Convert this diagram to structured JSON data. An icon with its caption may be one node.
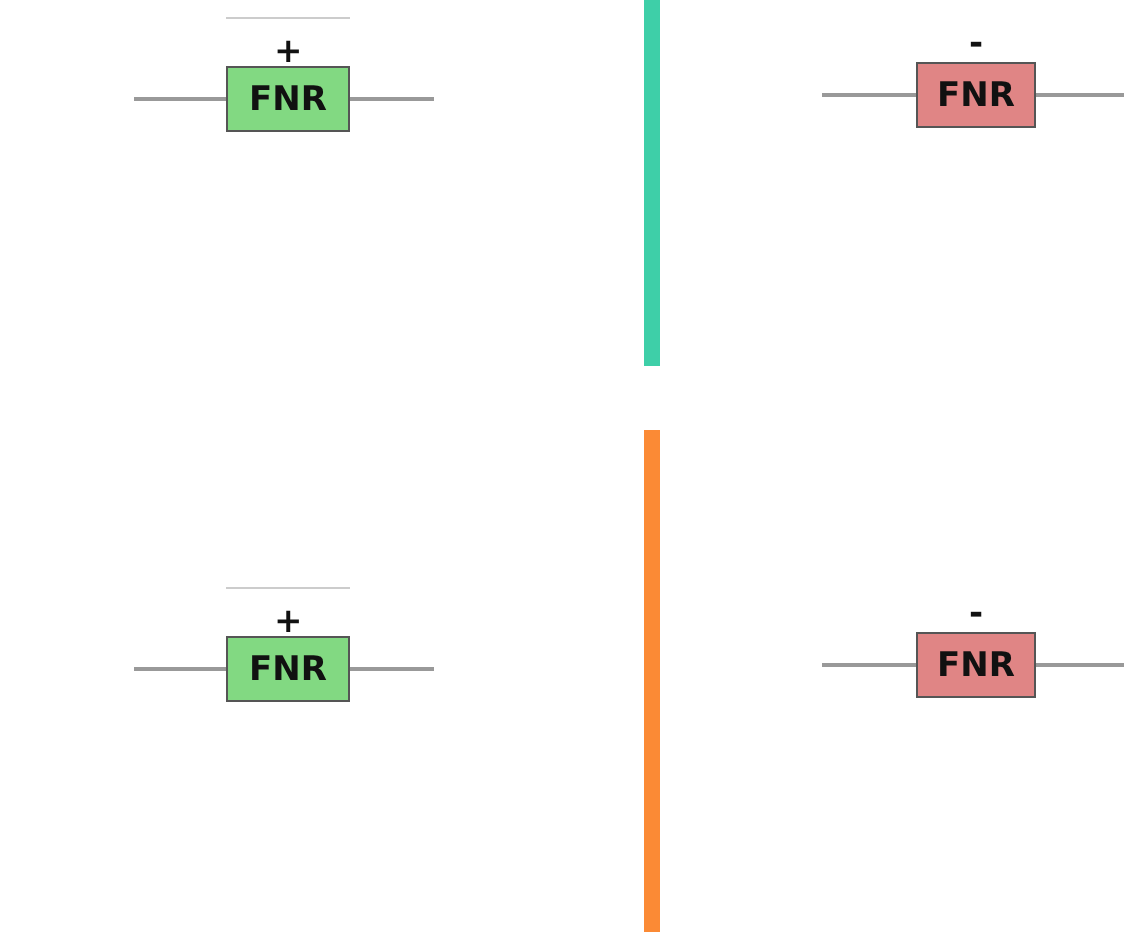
{
  "diagram": {
    "nodes": [
      {
        "text": [
          "FNR"
        ],
        "beside": [
          "+"
        ]
      },
      {
        "text": [
          "FNR"
        ],
        "beside": [
          "-"
        ]
      },
      {
        "text": [
          "FNR"
        ],
        "beside": [
          "+"
        ]
      },
      {
        "text": [
          "FNR"
        ],
        "beside": [
          "-"
        ]
      }
    ]
  }
}
